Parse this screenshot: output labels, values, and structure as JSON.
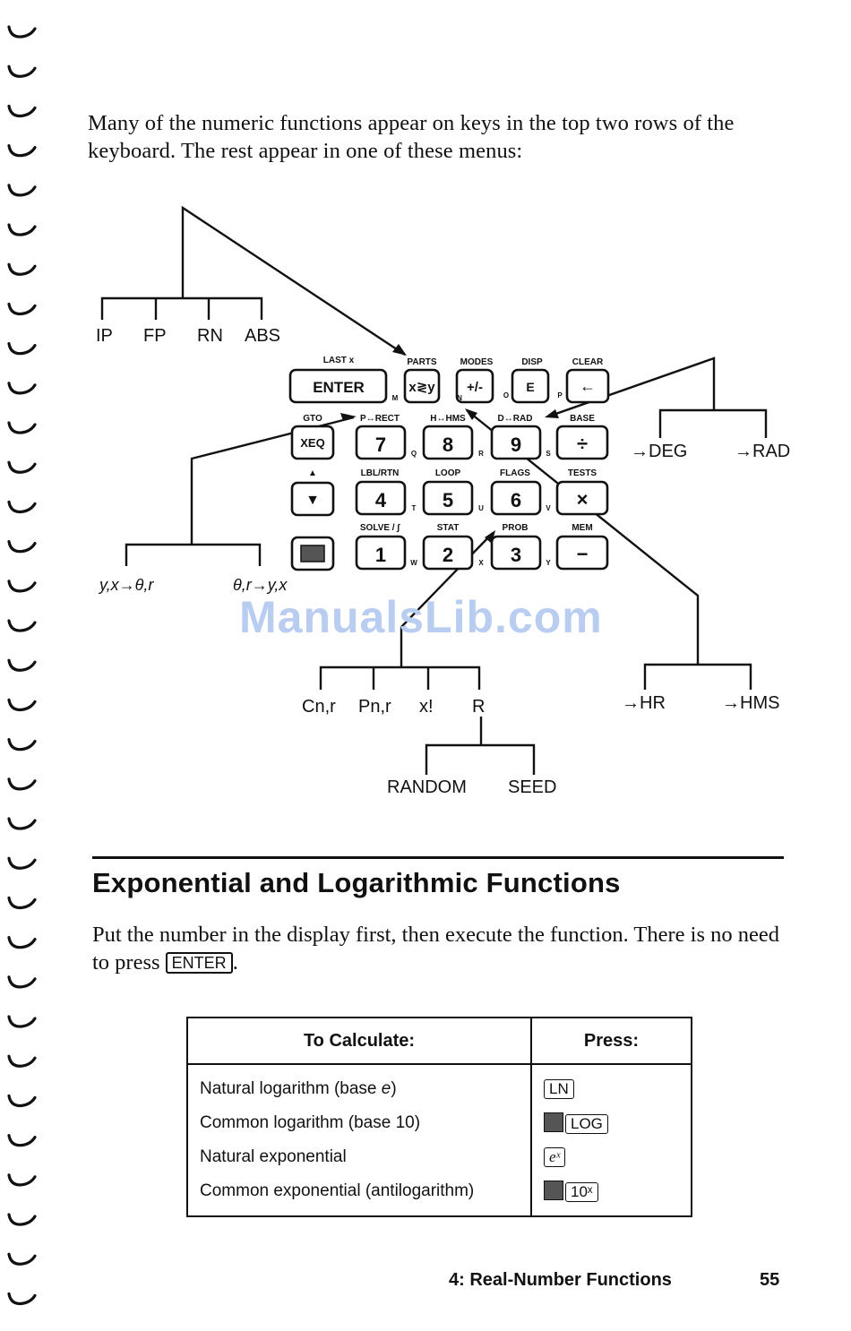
{
  "intro": "Many of the numeric functions appear on keys in the top two rows of the keyboard. The rest appear in one of these menus:",
  "diagram": {
    "menus": {
      "parts": [
        "IP",
        "FP",
        "RN",
        "ABS"
      ],
      "drad": [
        "→DEG",
        "→RAD"
      ],
      "prect": [
        "y,x→θ,r",
        "θ,r→y,x"
      ],
      "prob": [
        "Cn,r",
        "Pn,r",
        "x!",
        "R"
      ],
      "random": [
        "RANDOM",
        "SEED"
      ],
      "hhms": [
        "→HR",
        "→HMS"
      ]
    },
    "keys": {
      "row1": [
        "ENTER",
        "x≷y",
        "+/-",
        "E",
        "←"
      ],
      "row2": [
        "XEQ",
        "7",
        "8",
        "9",
        "÷"
      ],
      "row3": [
        "▼",
        "4",
        "5",
        "6",
        "×"
      ],
      "row4": [
        "",
        "1",
        "2",
        "3",
        "−"
      ]
    },
    "shifted": {
      "row1": [
        "LAST x",
        "PARTS",
        "MODES",
        "DISP",
        "CLEAR"
      ],
      "row2": [
        "GTO",
        "P↔RECT",
        "H↔HMS",
        "D↔RAD",
        "BASE"
      ],
      "row3": [
        "▲",
        "LBL/RTN",
        "LOOP",
        "FLAGS",
        "TESTS"
      ],
      "row4": [
        "SOLVE / ∫",
        "STAT",
        "PROB",
        "MEM"
      ]
    },
    "letters": [
      "M",
      "N",
      "O",
      "P",
      "Q",
      "R",
      "S",
      "T",
      "U",
      "V",
      "W",
      "X",
      "Y"
    ]
  },
  "watermark": "ManualsLib.com",
  "section": {
    "heading": "Exponential and Logarithmic Functions",
    "body_before": "Put the number in the display first, then execute the function. There is no need to press ",
    "body_key": "ENTER",
    "body_after": "."
  },
  "table": {
    "header_calc": "To Calculate:",
    "header_press": "Press:",
    "rows": [
      {
        "calc": "Natural logarithm (base e)",
        "key": "LN",
        "shift": false
      },
      {
        "calc": "Common logarithm (base 10)",
        "key": "LOG",
        "shift": true
      },
      {
        "calc": "Natural exponential",
        "key": "eˣ",
        "shift": false
      },
      {
        "calc": "Common exponential (antilogarithm)",
        "key": "10ˣ",
        "shift": true
      }
    ]
  },
  "footer": {
    "chapter": "4: Real-Number Functions",
    "page": "55"
  }
}
